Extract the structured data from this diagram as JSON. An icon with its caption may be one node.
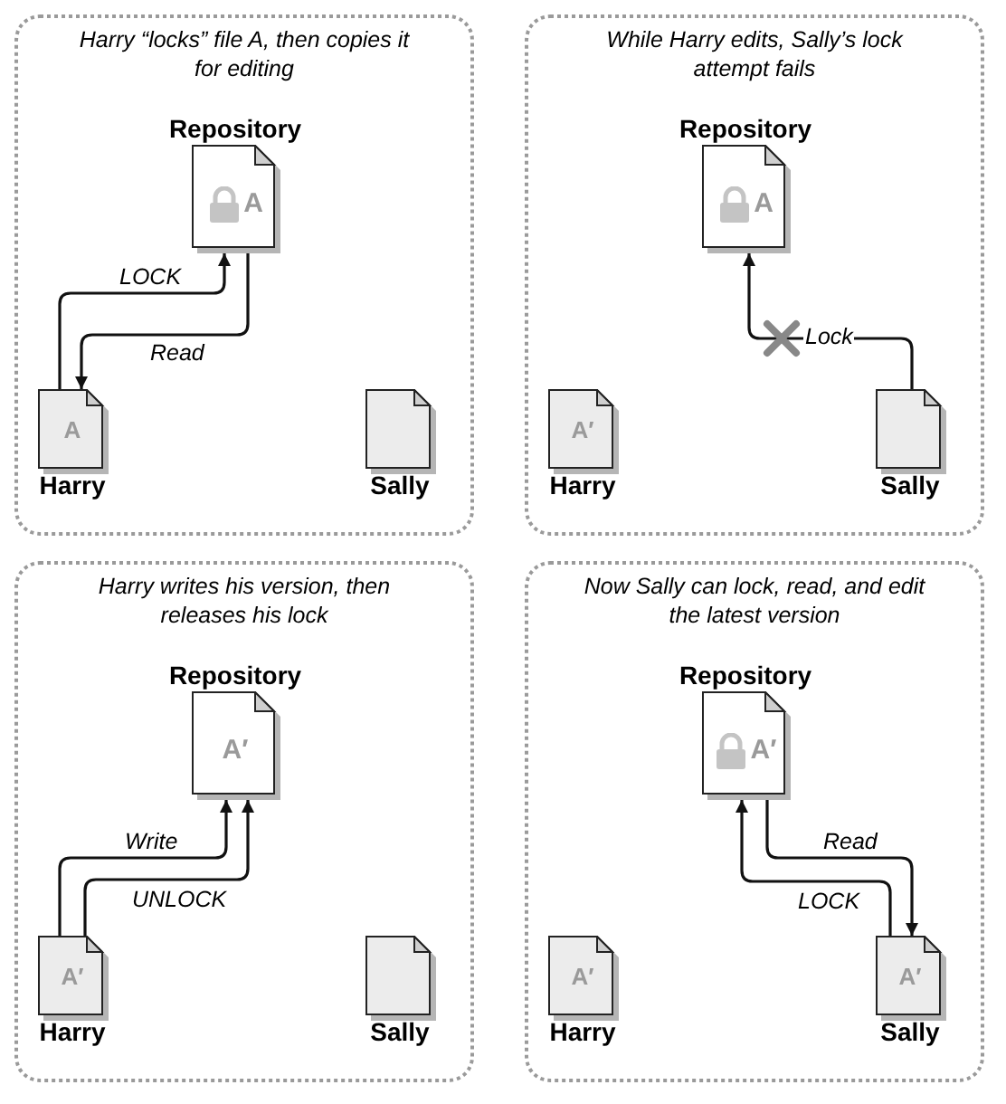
{
  "diagram": {
    "nodes": [
      {
        "text": [
          "Harry “locks” file A, then copies it for editing"
        ]
      },
      {
        "text": [
          "Repository",
          "A"
        ],
        "in": 0
      },
      {
        "text": [
          "A",
          "Harry"
        ],
        "in": 0
      },
      {
        "text": [
          "Sally"
        ],
        "in": 0
      },
      {
        "text": [
          "While Harry edits, Sally’s lock attempt fails"
        ]
      },
      {
        "text": [
          "Repository",
          "A"
        ],
        "in": 4
      },
      {
        "text": [
          "A′",
          "Harry"
        ],
        "in": 4
      },
      {
        "text": [
          "Sally"
        ],
        "in": 4
      },
      {
        "text": [
          "Harry writes his version, then releases his lock"
        ]
      },
      {
        "text": [
          "Repository",
          "A′"
        ],
        "in": 8
      },
      {
        "text": [
          "A′",
          "Harry"
        ],
        "in": 8
      },
      {
        "text": [
          "Sally"
        ],
        "in": 8
      },
      {
        "text": [
          "Now Sally can lock, read, and edit the latest version"
        ]
      },
      {
        "text": [
          "Repository",
          "A′"
        ],
        "in": 12
      },
      {
        "text": [
          "A′",
          "Harry"
        ],
        "in": 12
      },
      {
        "text": [
          "A′",
          "Sally"
        ],
        "in": 12
      }
    ],
    "edges": [
      {
        "from": 2,
        "to": 1,
        "arrow": "to",
        "label": "LOCK"
      },
      {
        "from": 1,
        "to": 2,
        "arrow": "to",
        "label": "Read"
      },
      {
        "from": 7,
        "to": 5,
        "arrow": "to",
        "label": "Lock"
      },
      {
        "from": 10,
        "to": 9,
        "arrow": "to",
        "label": "Write"
      },
      {
        "from": 10,
        "to": 9,
        "arrow": "to",
        "label": "UNLOCK"
      },
      {
        "from": 15,
        "to": 13,
        "arrow": "to",
        "label": "LOCK"
      },
      {
        "from": 13,
        "to": 15,
        "arrow": "to",
        "label": "Read"
      }
    ]
  }
}
